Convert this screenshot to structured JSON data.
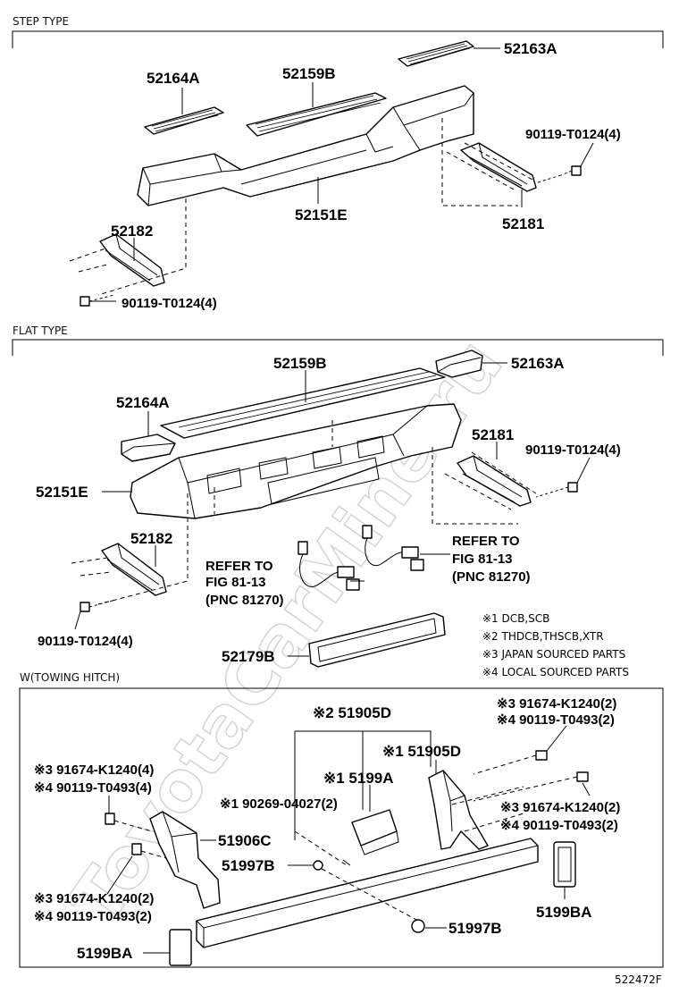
{
  "sections": {
    "step": "STEP TYPE",
    "flat": "FLAT TYPE",
    "towing": "W(TOWING HITCH)"
  },
  "step_labels": {
    "p52163A": "52163A",
    "p52164A": "52164A",
    "p52159B": "52159B",
    "p90119_a": "90119-T0124(4)",
    "p52181": "52181",
    "p52151E": "52151E",
    "p52182": "52182",
    "p90119_b": "90119-T0124(4)"
  },
  "flat_labels": {
    "p52159B": "52159B",
    "p52163A": "52163A",
    "p52164A": "52164A",
    "p52181": "52181",
    "p90119_a": "90119-T0124(4)",
    "p52151E": "52151E",
    "p52182": "52182",
    "ref1": [
      "REFER TO",
      "FIG 81-13",
      "(PNC 81270)"
    ],
    "ref2": [
      "REFER TO",
      "FIG 81-13",
      "(PNC 81270)"
    ],
    "p90119_b": "90119-T0124(4)",
    "p52179B": "52179B"
  },
  "notes": [
    "※1 DCB,SCB",
    "※2 THDCB,THSCB,XTR",
    "※3 JAPAN SOURCED PARTS",
    "※4 LOCAL SOURCED PARTS"
  ],
  "tow_labels": {
    "p51905D_top": "※2 51905D",
    "p51905D": "※1 51905D",
    "p91674_r1": "※3 91674-K1240(2)",
    "p90119_r1": "※4 90119-T0493(2)",
    "p91674_l1": "※3 91674-K1240(4)",
    "p90119_l1": "※4 90119-T0493(4)",
    "p5199A": "※1 5199A",
    "p90269": "※1 90269-04027(2)",
    "p91674_r2": "※3 91674-K1240(2)",
    "p90119_r2": "※4 90119-T0493(2)",
    "p51906C": "51906C",
    "p51997B_a": "51997B",
    "p91674_l2": "※3 91674-K1240(2)",
    "p90119_l2": "※4 90119-T0493(2)",
    "p5199BA_r": "5199BA",
    "p51997B_b": "51997B",
    "p5199BA_l": "5199BA"
  },
  "footer_code": "522472F",
  "watermark": "ToyotaCarMine.ru"
}
